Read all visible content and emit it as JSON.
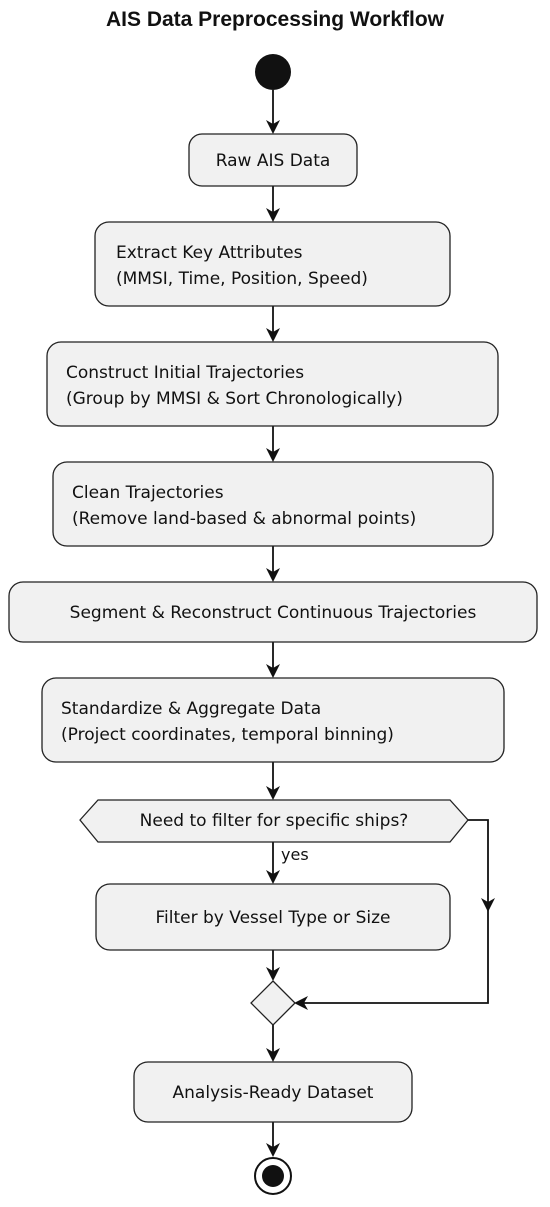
{
  "title": "AIS Data Preprocessing Workflow",
  "nodes": {
    "raw": [
      "Raw AIS Data"
    ],
    "extract": [
      "Extract Key Attributes",
      "(MMSI, Time, Position, Speed)"
    ],
    "construct": [
      "Construct Initial Trajectories",
      "(Group by MMSI & Sort Chronologically)"
    ],
    "clean": [
      "Clean Trajectories",
      "(Remove land-based & abnormal points)"
    ],
    "segment": [
      "Segment & Reconstruct Continuous Trajectories"
    ],
    "standardize": [
      "Standardize & Aggregate Data",
      "(Project coordinates, temporal binning)"
    ],
    "filter": [
      "Filter by Vessel Type or Size"
    ],
    "dataset": [
      "Analysis-Ready Dataset"
    ]
  },
  "decision": {
    "question": "Need to filter for specific ships?",
    "yes_label": "yes"
  }
}
